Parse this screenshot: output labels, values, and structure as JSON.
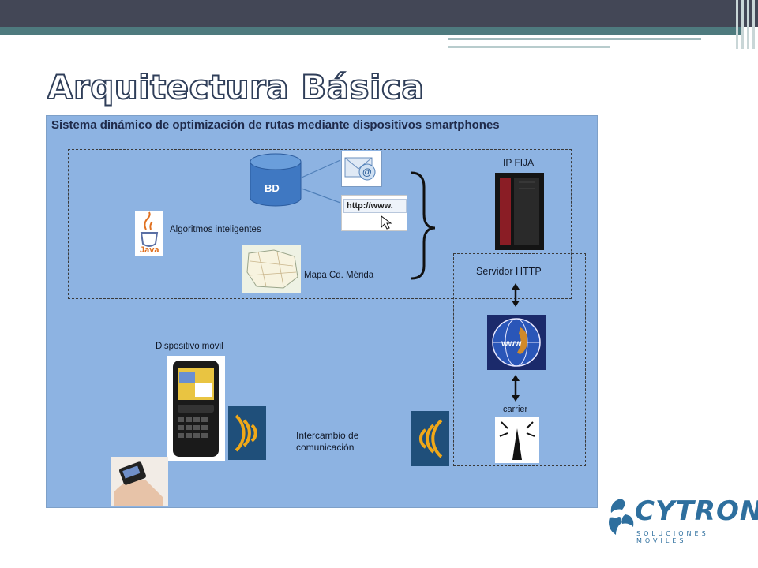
{
  "slide": {
    "title": "Arquitectura Básica"
  },
  "diagram": {
    "title": "Sistema dinámico de optimización de rutas mediante dispositivos smartphones",
    "labels": {
      "bd": "BD",
      "algoritmos": "Algoritmos inteligentes",
      "mapa": "Mapa Cd. Mérida",
      "ip_fija": "IP FIJA",
      "servidor": "Servidor HTTP",
      "carrier": "carrier",
      "dispositivo": "Dispositivo móvil",
      "intercambio": "Intercambio de comunicación"
    },
    "url_text": "http://www.",
    "java_text": "Java",
    "globe_text": "WWW"
  },
  "brand": {
    "name": "CYTRON",
    "tagline": "SOLUCIONES MOVILES",
    "color": "#2e6f9e"
  },
  "colors": {
    "topbar": "#434756",
    "accent": "#4e7a7e",
    "diagram_bg": "#8db3e2",
    "title_stroke": "#2f3e59"
  }
}
